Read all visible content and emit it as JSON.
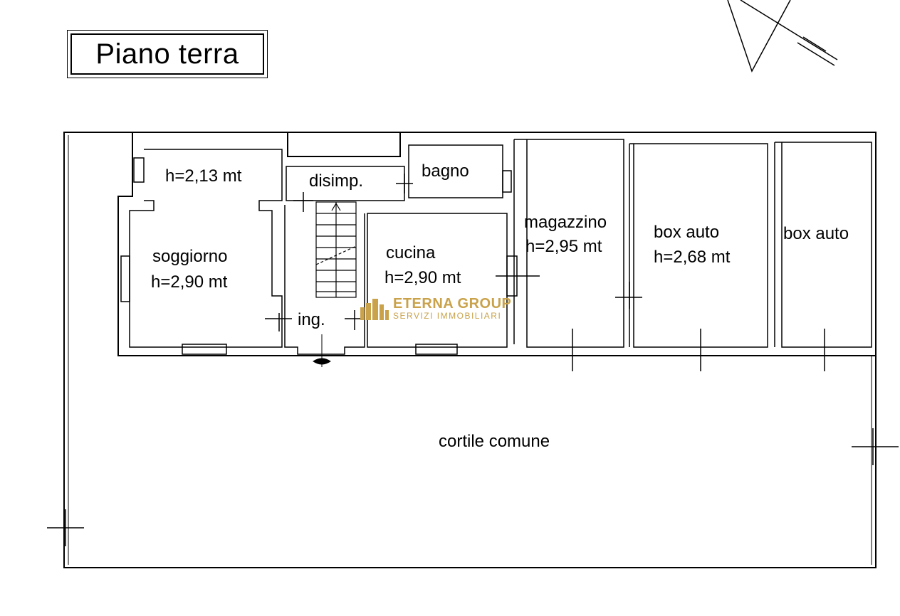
{
  "title": "Piano terra",
  "rooms": {
    "soggiorno_upper_height": "h=2,13 mt",
    "disimpegno": "disimp.",
    "bagno": "bagno",
    "soggiorno": "soggiorno",
    "soggiorno_height": "h=2,90 mt",
    "cucina": "cucina",
    "cucina_height": "h=2,90 mt",
    "ingresso": "ing.",
    "magazzino": "magazzino",
    "magazzino_height": "h=2,95 mt",
    "box_auto_1": "box auto",
    "box_auto_1_height": "h=2,68 mt",
    "box_auto_2": "box auto",
    "cortile": "cortile comune"
  },
  "logo": {
    "name": "ETERNA GROUP",
    "tagline": "SERVIZI IMMOBILIARI",
    "color": "#c9a24a"
  },
  "icons": [
    "north-arrow-icon",
    "entrance-arrow-icon",
    "building-logo-icon"
  ]
}
